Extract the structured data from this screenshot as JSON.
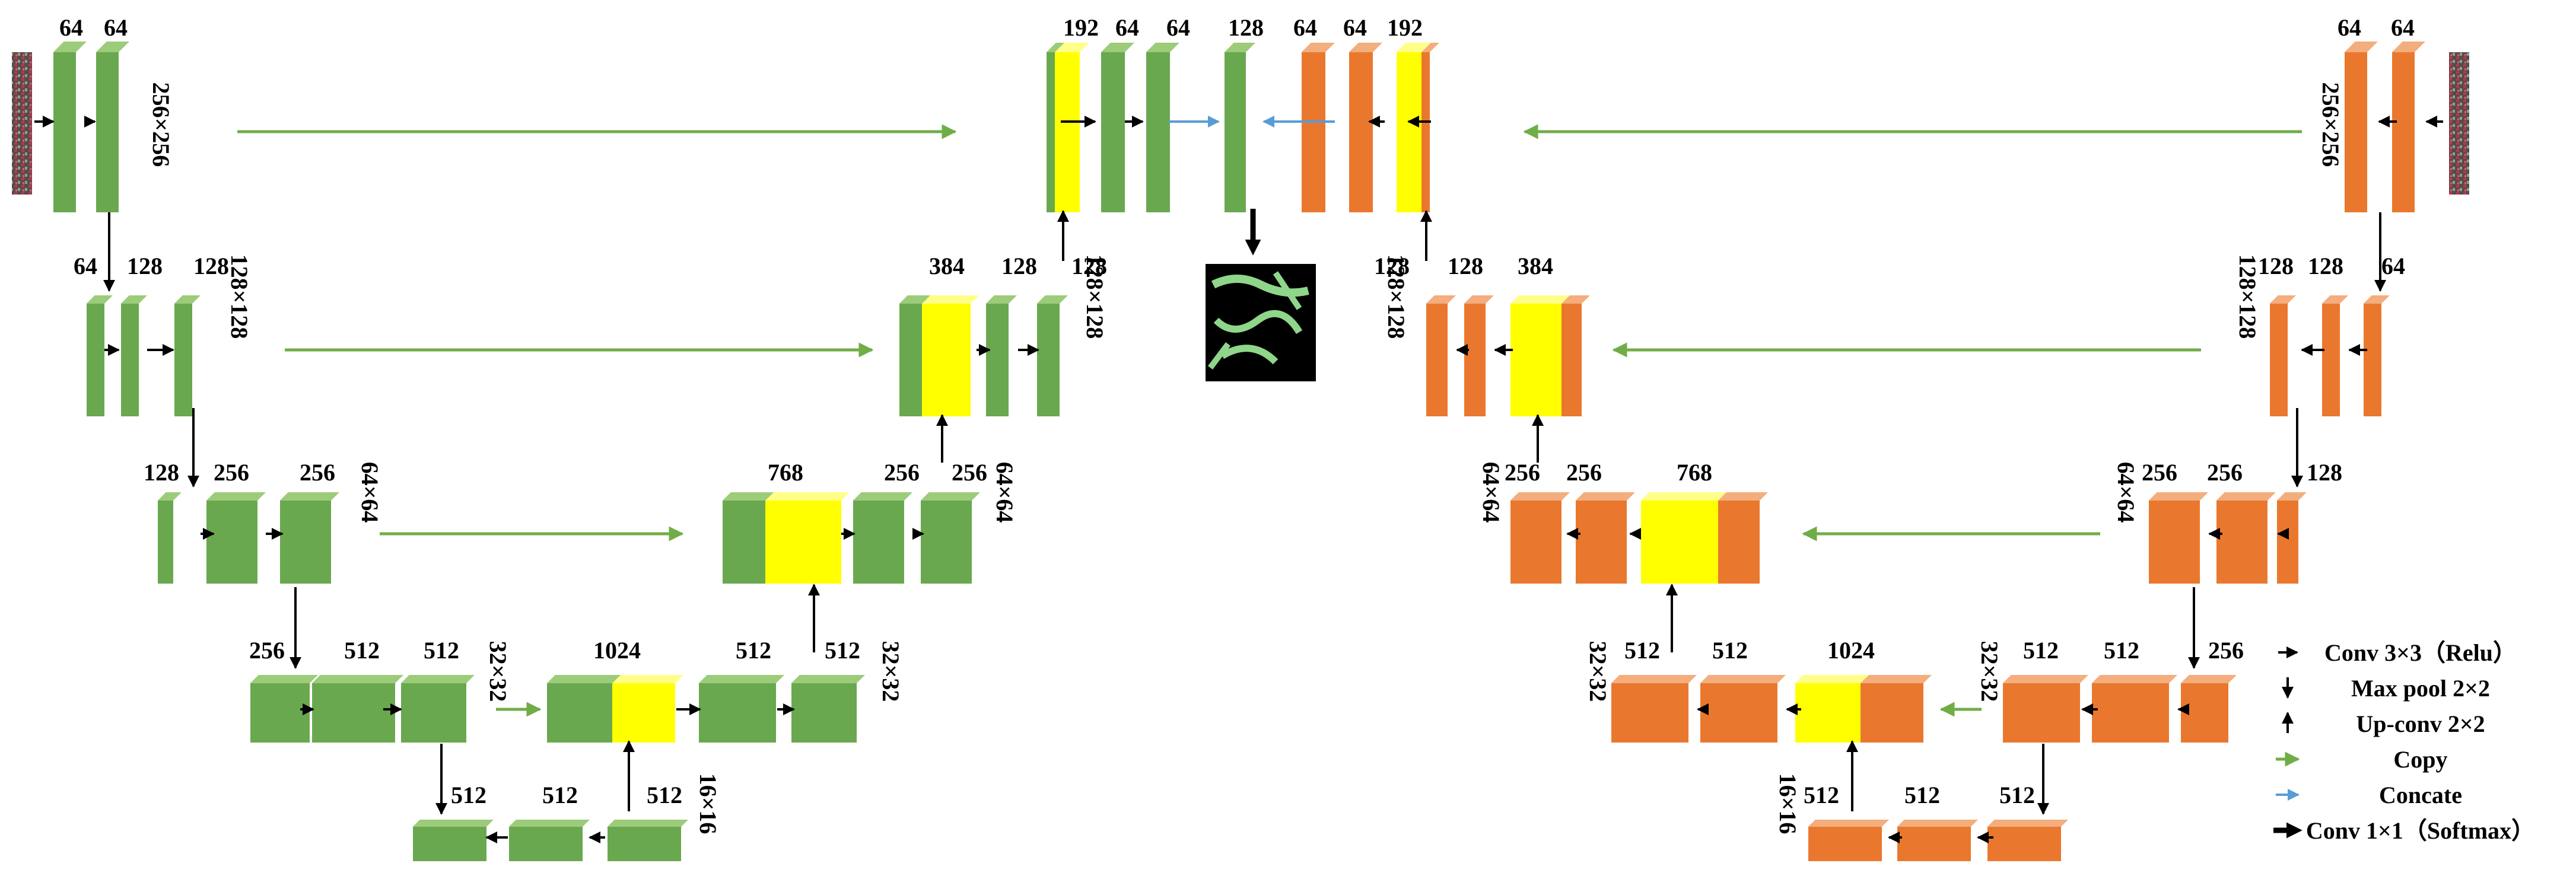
{
  "colors": {
    "green_front": "#6aa84f",
    "green_side": "#4f8a36",
    "green_top": "#9ccc7a",
    "orange_front": "#e9782e",
    "orange_side": "#c85e1a",
    "orange_top": "#f4ad7d",
    "yellow_front": "#ffff00",
    "yellow_side": "#d6d600",
    "yellow_top": "#ffff88",
    "copy_arrow": "#70ad47",
    "concat_arrow": "#5b9bd5",
    "arrow": "#000000"
  },
  "icons": [
    "input-image-icon",
    "segmentation-output-icon"
  ],
  "labels": {
    "green": {
      "e1": [
        "64",
        "64"
      ],
      "e1_size": "256×256",
      "e2": [
        "64",
        "128",
        "128"
      ],
      "e2_size": "128×128",
      "e3": [
        "128",
        "256",
        "256"
      ],
      "e3_size": "64×64",
      "e4": [
        "256",
        "512",
        "512"
      ],
      "e4_size": "32×32",
      "b": [
        "512",
        "512",
        "512"
      ],
      "b_size": "16×16",
      "d4": [
        "1024",
        "512",
        "512"
      ],
      "d4_size": "32×32",
      "d3": [
        "768",
        "256",
        "256"
      ],
      "d3_size": "64×64",
      "d2": [
        "384",
        "128",
        "128"
      ],
      "d2_size": "128×128",
      "d1": [
        "192",
        "64",
        "64"
      ],
      "out": "128"
    },
    "orange": {
      "e1": [
        "64",
        "64"
      ],
      "e1_size": "256×256",
      "e2": [
        "128",
        "128",
        "64"
      ],
      "e2_size": "128×128",
      "e3": [
        "256",
        "256",
        "128"
      ],
      "e3_size": "64×64",
      "e4": [
        "512",
        "512",
        "256"
      ],
      "e4_size": "32×32",
      "b": [
        "512",
        "512",
        "512"
      ],
      "b_size": "16×16",
      "d4": [
        "512",
        "512",
        "1024"
      ],
      "d4_size": "32×32",
      "d3": [
        "256",
        "256",
        "768"
      ],
      "d3_size": "64×64",
      "d2": [
        "128",
        "128",
        "384"
      ],
      "d2_size": "128×128",
      "d1": [
        "64",
        "64",
        "192"
      ]
    }
  },
  "legend": [
    {
      "label": "Conv 3×3（Relu）",
      "arrow": "conv"
    },
    {
      "label": "Max pool 2×2",
      "arrow": "pool"
    },
    {
      "label": "Up-conv 2×2",
      "arrow": "up"
    },
    {
      "label": "Copy",
      "arrow": "copy"
    },
    {
      "label": "Concate",
      "arrow": "concat"
    },
    {
      "label": "Conv 1×1（Softmax）",
      "arrow": "softmax"
    }
  ]
}
